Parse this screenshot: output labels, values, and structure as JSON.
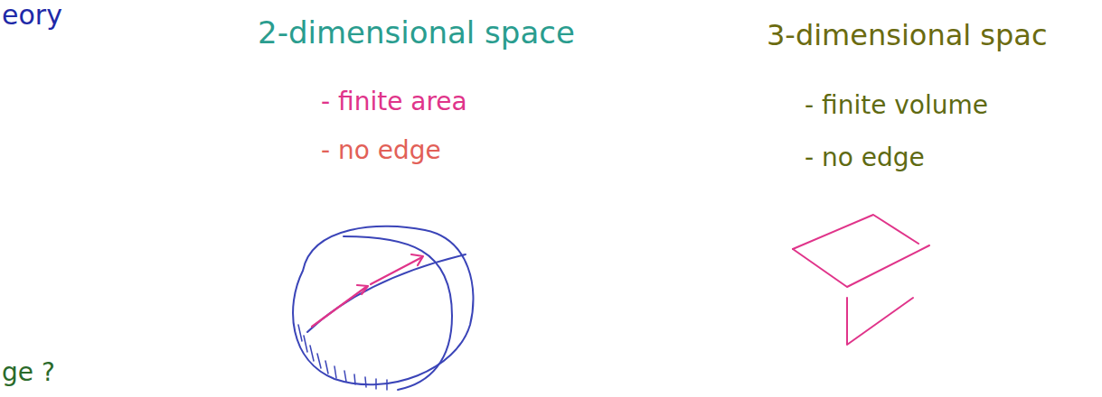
{
  "diagram": {
    "labels": [
      "eory",
      "2-dimensional space",
      "- finite area",
      "- no edge",
      "3-dimensional spac",
      "- finite volume",
      "- no edge",
      "ge ?"
    ]
  }
}
